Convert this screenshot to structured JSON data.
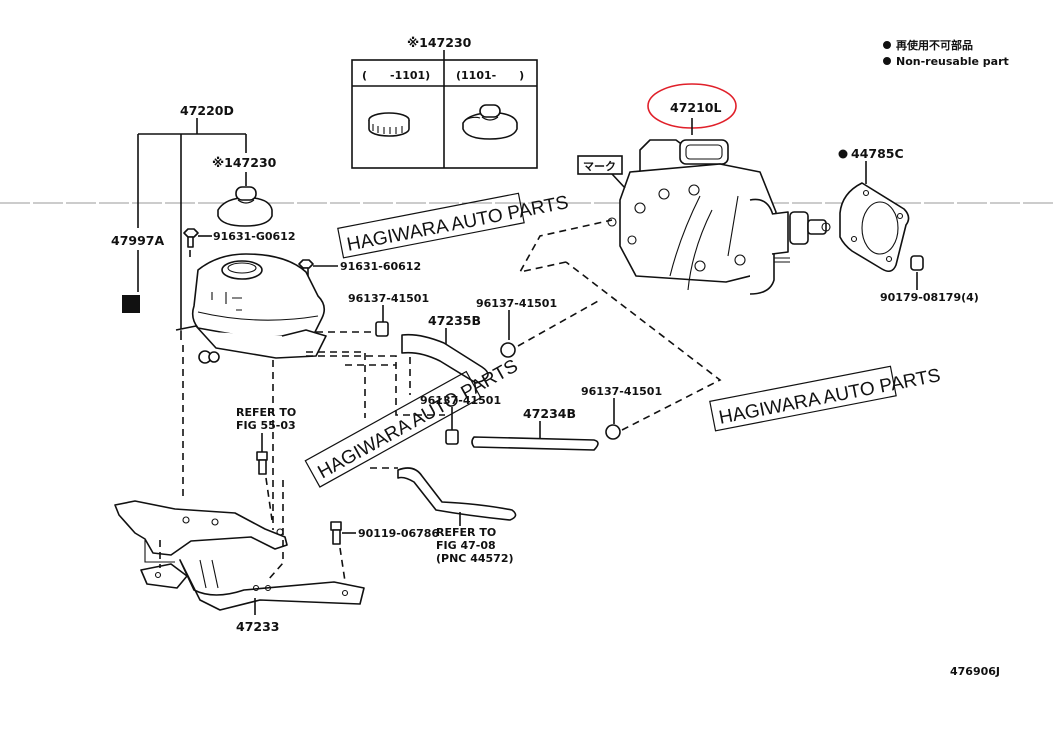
{
  "diagram": {
    "figure_number": "476906J",
    "legend": {
      "japanese": "再使用不可部品",
      "english": "Non-reusable part"
    },
    "highlight_color": "#e0202a",
    "watermark": "HAGIWARA AUTO PARTS",
    "inset": {
      "part_no": "※147230",
      "col_left": "(      -1101)",
      "col_right": "(1101-      )"
    },
    "mark_label": "マーク",
    "parts": {
      "p47210L": "47210L",
      "p44785C": "44785C",
      "p90179": "90179-08179(4)",
      "p47220D": "47220D",
      "p147230": "※147230",
      "p47997A": "47997A",
      "p91631a": "91631-G0612",
      "p91631b": "91631-60612",
      "p96137a": "96137-41501",
      "p96137b": "96137-41501",
      "p96137c": "96137-41501",
      "p96137d": "96137-41501",
      "p47235B": "47235B",
      "p47234B": "47234B",
      "p90119": "90119-06786",
      "p47233": "47233"
    },
    "refer1": [
      "REFER TO",
      "FIG 55-03"
    ],
    "refer2": [
      "REFER TO",
      "FIG 47-08",
      "(PNC 44572)"
    ]
  }
}
